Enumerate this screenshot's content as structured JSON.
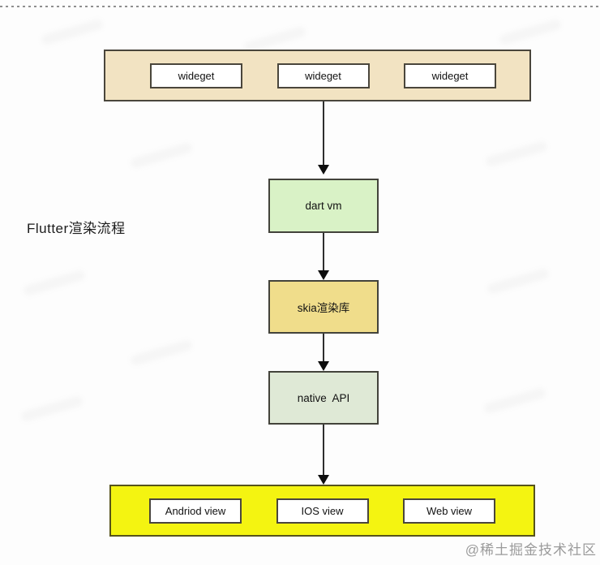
{
  "page": {
    "title_label": "Flutter渲染流程",
    "watermark": "@稀土掘金技术社区"
  },
  "diagram": {
    "type": "flowchart",
    "widget_layer": {
      "background": "#f2e3c2",
      "boxes": [
        "wideget",
        "wideget",
        "wideget"
      ]
    },
    "flow_nodes": [
      {
        "label": "dart vm",
        "background": "#d9f2c6"
      },
      {
        "label": "skia渲染库",
        "background": "#f0dd8b"
      },
      {
        "label": "native  API",
        "background": "#dfe9d6"
      }
    ],
    "platform_layer": {
      "background": "#f4f411",
      "boxes": [
        "Andriod view",
        "IOS view",
        "Web view"
      ]
    },
    "flow_order": [
      "widget_layer",
      "dart vm",
      "skia渲染库",
      "native  API",
      "platform_layer"
    ]
  }
}
